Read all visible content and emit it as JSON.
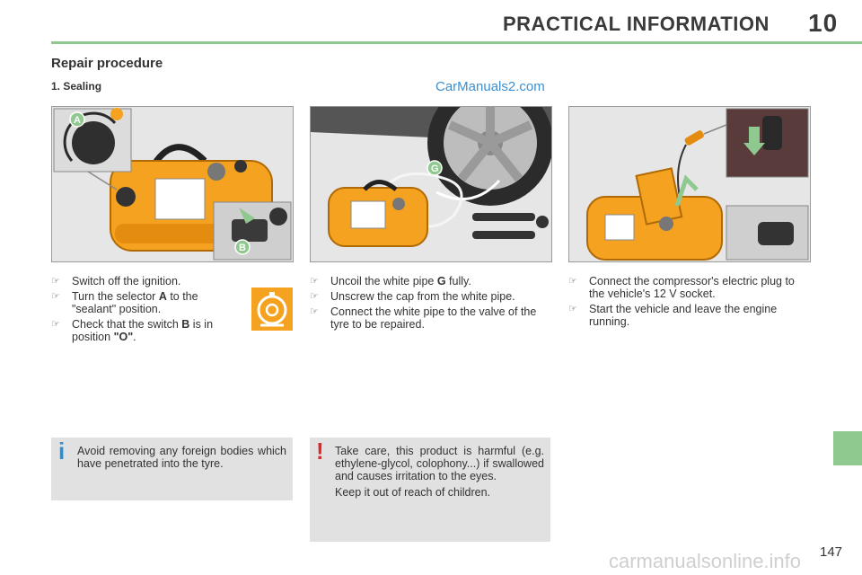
{
  "header": {
    "title": "PRACTICAL INFORMATION",
    "chapter": "10"
  },
  "section_title": "Repair procedure",
  "subsection_title": "1. Sealing",
  "watermark": "CarManuals2.com",
  "illustrations": {
    "one": {
      "callout_a": "A",
      "callout_b": "B"
    },
    "two": {
      "callout_g": "G"
    }
  },
  "col1": {
    "step1": "Switch off the ignition.",
    "step2_pre": "Turn the selector ",
    "step2_bold": "A",
    "step2_post": " to the \"sealant\" position.",
    "step3_pre": "Check that the switch ",
    "step3_bold": "B",
    "step3_mid": " is in position ",
    "step3_bold2": "\"O\"",
    "step3_post": "."
  },
  "col2": {
    "step1_pre": "Uncoil the white pipe ",
    "step1_bold": "G",
    "step1_post": " fully.",
    "step2": "Unscrew the cap from the white pipe.",
    "step3": "Connect the white pipe to the valve of the tyre to be repaired."
  },
  "col3": {
    "step1": "Connect the compressor's electric plug to the vehicle's 12 V socket.",
    "step2": "Start the vehicle and leave the engine running."
  },
  "note_info": {
    "symbol": "i",
    "text": "Avoid removing any foreign bodies which have penetrated into the tyre."
  },
  "note_warning": {
    "symbol": "!",
    "text1": "Take care, this product is harmful (e.g. ethylene-glycol, colophony...) if swallowed and causes irritation to the eyes.",
    "text2": "Keep it out of reach of children."
  },
  "page_number": "147",
  "footer_watermark": "carmanualsonline.info",
  "bullet_glyph": "☞",
  "colors": {
    "accent_green": "#8fc98f",
    "kit_orange": "#f4a21f",
    "info_blue": "#2a8fd6",
    "warning_red": "#e2242b",
    "note_grey": "#e1e1e1"
  }
}
